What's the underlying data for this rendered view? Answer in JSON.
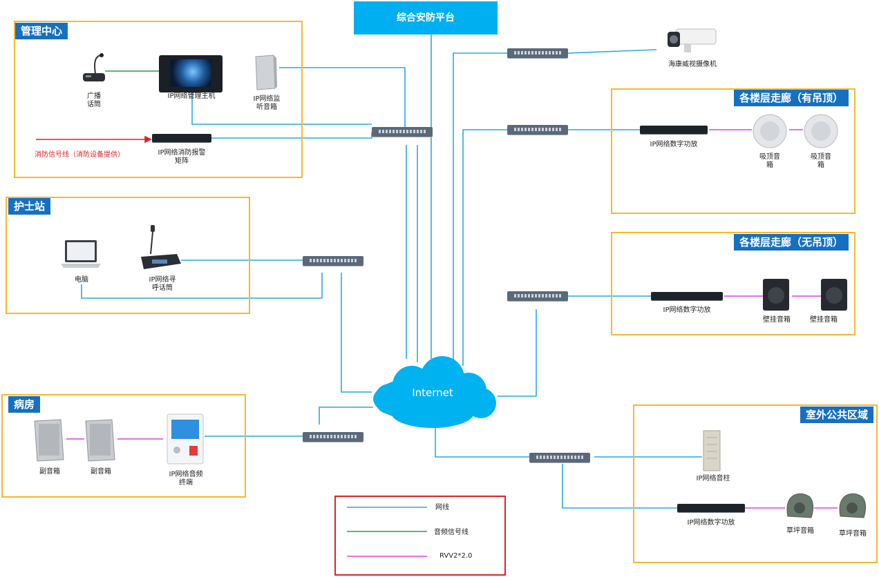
{
  "platform": {
    "label": "综合安防平台"
  },
  "cloud": {
    "label": "Internet"
  },
  "zones": {
    "management": {
      "title": "管理中心"
    },
    "nurse": {
      "title": "护士站"
    },
    "ward": {
      "title": "病房"
    },
    "corridor_ceiling": {
      "title": "各楼层走廊（有吊顶）"
    },
    "corridor_noceiling": {
      "title": "各楼层走廊（无吊顶）"
    },
    "outdoor": {
      "title": "室外公共区域"
    }
  },
  "devices": {
    "broadcast_mic": "广播\n话筒",
    "mgmt_host": "IP网络管理主机",
    "monitor_speaker": "IP网络监\n听音箱",
    "fire_signal": "消防信号线（消防设备提供）",
    "fire_matrix": "IP网络消防报警\n矩阵",
    "computer": "电脑",
    "paging_mic": "IP网络寻\n呼话筒",
    "sub_speaker_1": "副音箱",
    "sub_speaker_2": "副音箱",
    "audio_terminal": "IP网络音频\n终端",
    "camera": "海康威视摄像机",
    "amp_ceiling": "IP网络数字功放",
    "ceiling_spk_1": "吸顶音\n箱",
    "ceiling_spk_2": "吸顶音\n箱",
    "amp_noceiling": "IP网络数字功放",
    "wall_spk_1": "壁挂音箱",
    "wall_spk_2": "壁挂音箱",
    "column_spk": "IP网络音柱",
    "amp_outdoor": "IP网络数字功放",
    "lawn_spk_1": "草坪音箱",
    "lawn_spk_2": "草坪音箱"
  },
  "legend": [
    {
      "label": "网线",
      "color": "#29a8e0"
    },
    {
      "label": "音频信号线",
      "color": "#17a35a"
    },
    {
      "label": "RVV2*2.0",
      "color": "#e23ee0"
    }
  ],
  "colors": {
    "network": "#29a8e0",
    "audio": "#17a35a",
    "rvv": "#e23ee0",
    "fire": "#e01e26",
    "zone_border": "#f5b82e",
    "zone_title": "#1670c2",
    "platform": "#00aff0"
  }
}
